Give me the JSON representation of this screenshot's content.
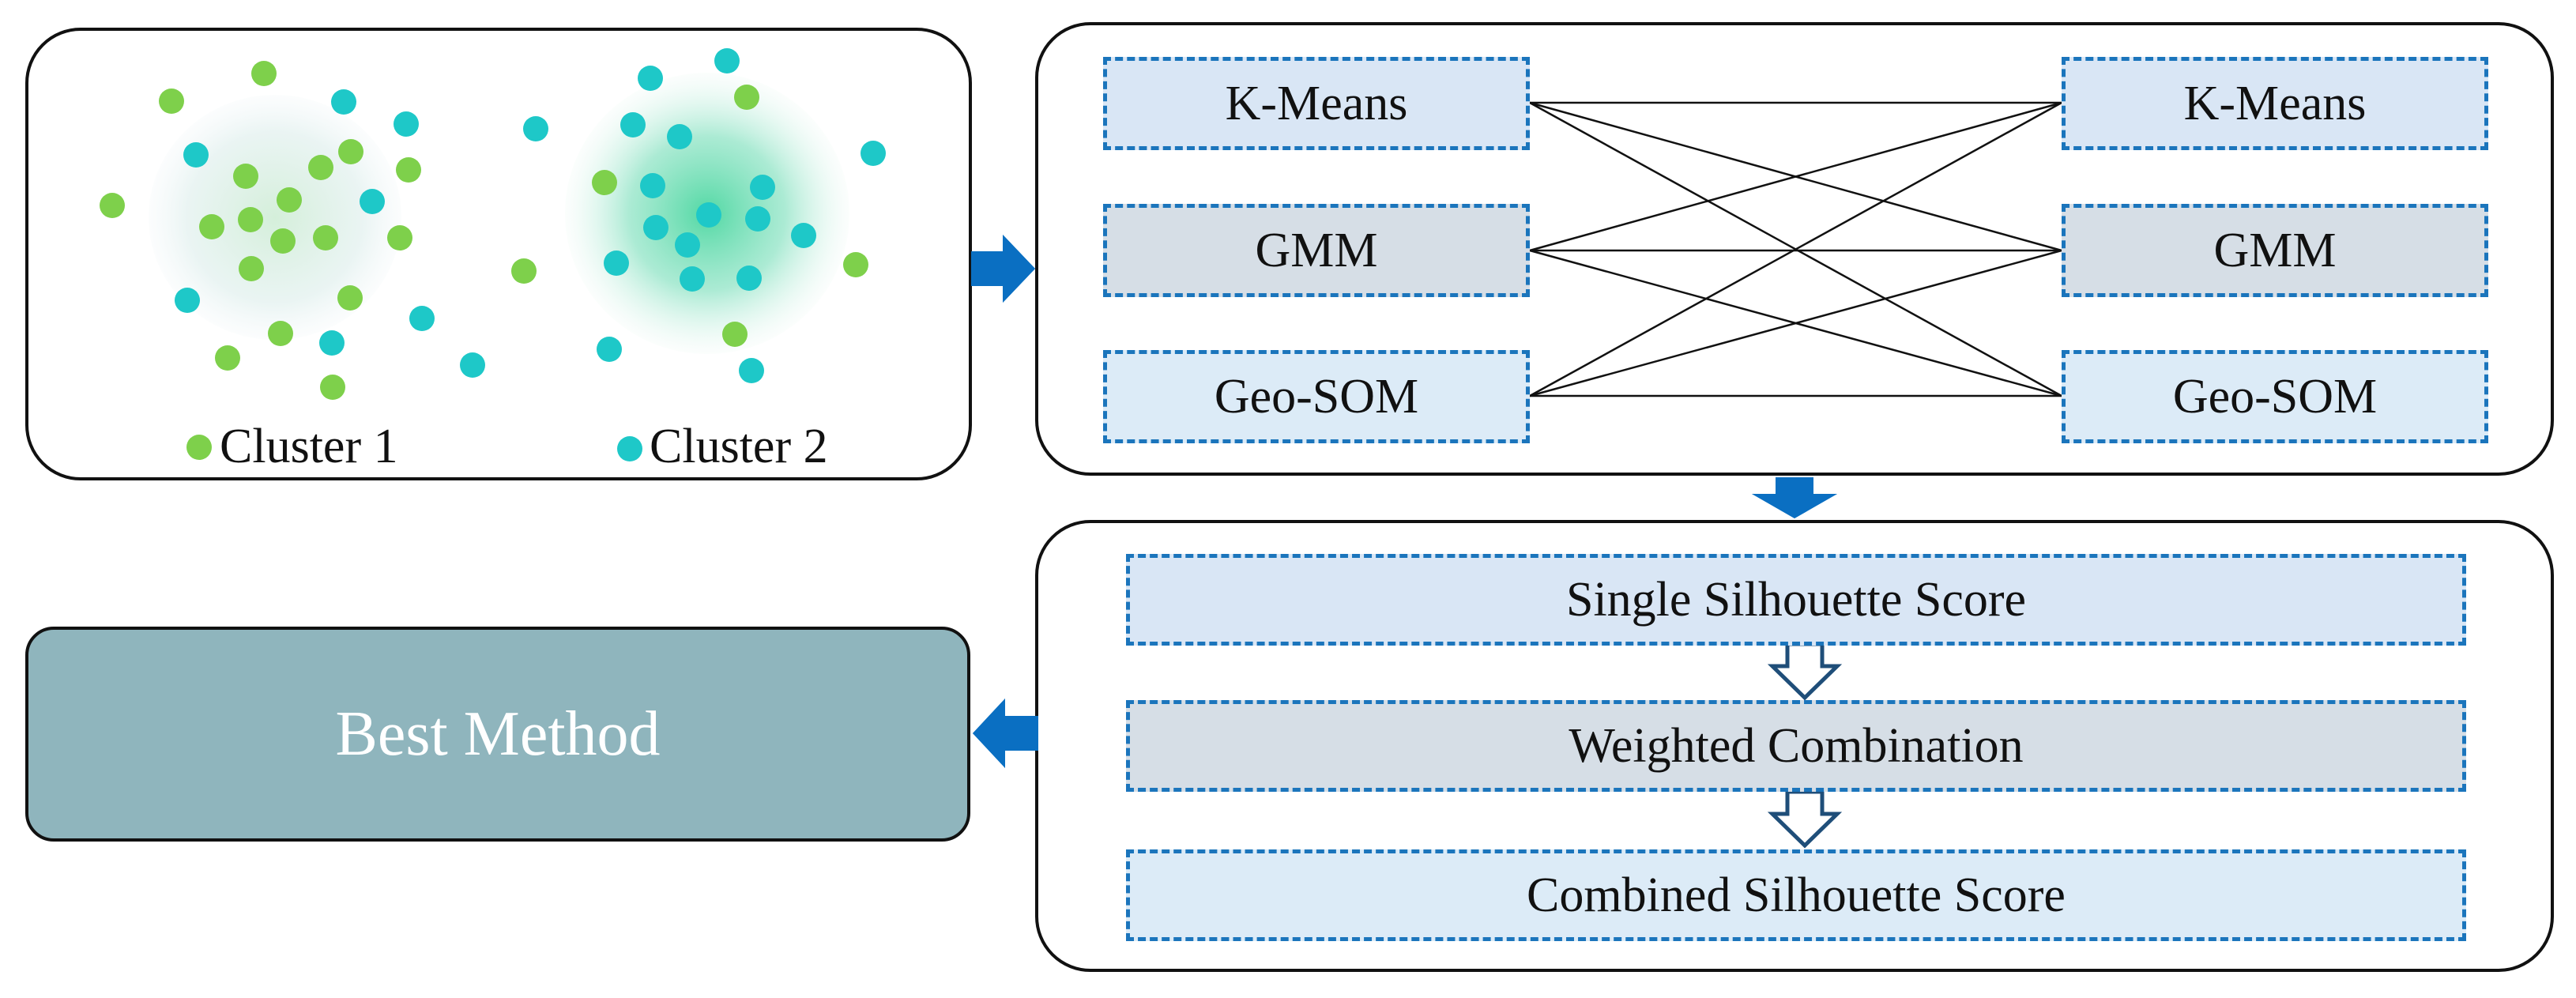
{
  "scatter_panel": {
    "legend": [
      {
        "label": "Cluster 1",
        "color": "#7ed04b"
      },
      {
        "label": "Cluster 2",
        "color": "#1ec8c8"
      }
    ]
  },
  "methods_panel": {
    "left_methods": [
      "K-Means",
      "GMM",
      "Geo-SOM"
    ],
    "right_methods": [
      "K-Means",
      "GMM",
      "Geo-SOM"
    ]
  },
  "score_panel": {
    "steps": [
      "Single Silhouette Score",
      "Weighted Combination",
      "Combined Silhouette Score"
    ]
  },
  "result": {
    "label": "Best Method"
  },
  "colors": {
    "flow_arrow": "#0a6fc2",
    "dashed_border": "#1b75bc",
    "best_method_fill": "#8fb5bd",
    "step_arrow": "#1f4e79"
  }
}
